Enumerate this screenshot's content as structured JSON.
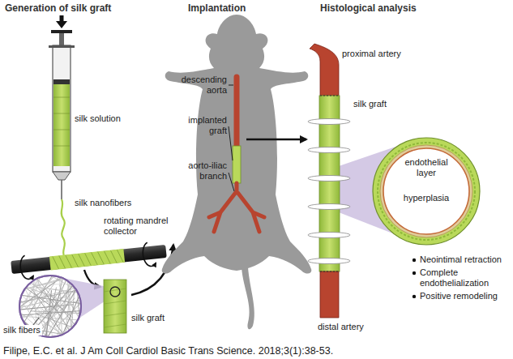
{
  "diagram": {
    "caption": "Filipe, E.C. et al. J Am Coll Cardiol Basic Trans Science. 2018;3(1):38-53.",
    "labels": [
      "Generation of silk graft",
      "Implantation",
      "Histological analysis",
      "silk solution",
      "silk nanofibers",
      "rotating mandrel collector",
      "silk fibers",
      "silk graft",
      "descending aorta",
      "implanted graft",
      "aorto-iliac branch",
      "proximal artery",
      "silk graft",
      "endothelial layer",
      "hyperplasia",
      "Neointimal retraction",
      "Complete endothelialization",
      "Positive remodeling",
      "distal artery"
    ]
  }
}
